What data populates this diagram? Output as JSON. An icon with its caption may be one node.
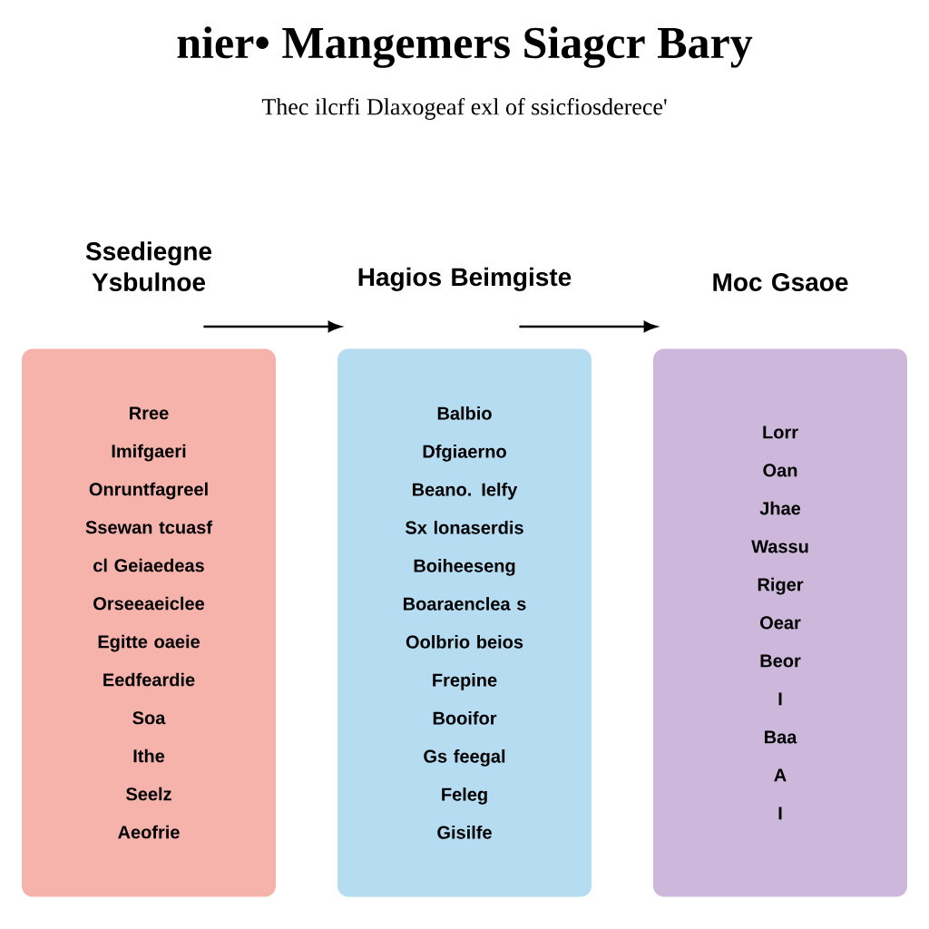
{
  "diagram": {
    "title": "nier• Mangemers Siagcr Bary",
    "caption": "Thec ilcrfi Dlaxogeaf exl of ssicfiosderece'",
    "nodes": [
      {
        "text": [
          "Ssediegne Ysbulnoe",
          "Rree",
          "Imifgaeri",
          "Onruntfagreel",
          "Ssewan tcuasf",
          "cl Geiaedeas",
          "Orseeaeiclee",
          "Egitte oaeie",
          "Eedfeardie",
          "Soa",
          "Ithe",
          "Seelz",
          "Aeofrie"
        ]
      },
      {
        "text": [
          "Hagios Beimgiste",
          "Balbio",
          "Dfgiaerno",
          "Beano. Ielfy",
          "Sx lonaserdis",
          "Boiheeseng",
          "Boaraenclea s",
          "Oolbrio beios",
          "Frepine",
          "Booifor",
          "Gs feegal",
          "Feleg",
          "Gisilfe"
        ]
      },
      {
        "text": [
          "Moc Gsaoe",
          "Lorr",
          "Oan",
          "Jhae",
          "Wassu",
          "Riger",
          "Oear",
          "Beor",
          "I",
          "Baa",
          "A",
          "I"
        ]
      }
    ],
    "edges": [
      {
        "from": 0,
        "to": 1,
        "arrow": "to"
      },
      {
        "from": 1,
        "to": 2,
        "arrow": "to"
      }
    ]
  }
}
